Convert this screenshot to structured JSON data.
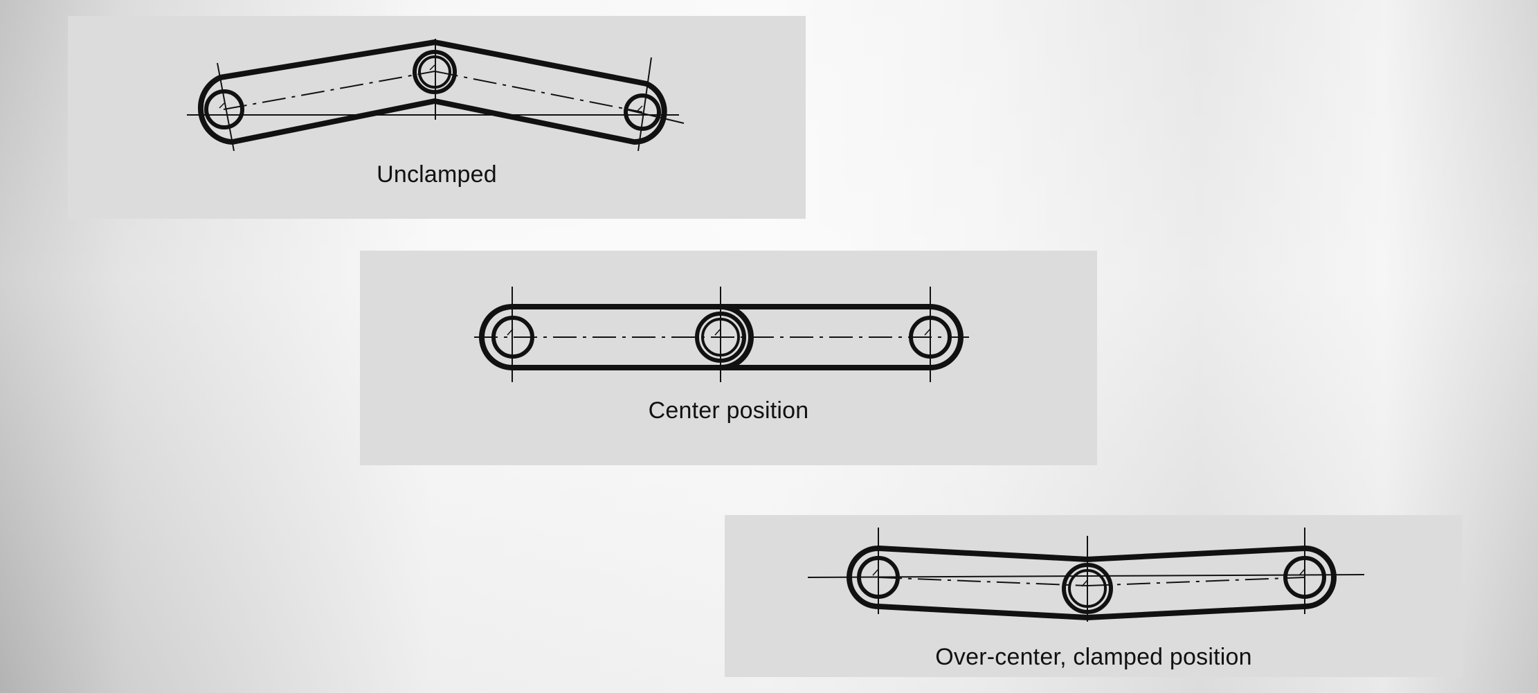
{
  "diagrams": [
    {
      "caption": "Unclamped"
    },
    {
      "caption": "Center position"
    },
    {
      "caption": "Over-center, clamped position"
    }
  ]
}
